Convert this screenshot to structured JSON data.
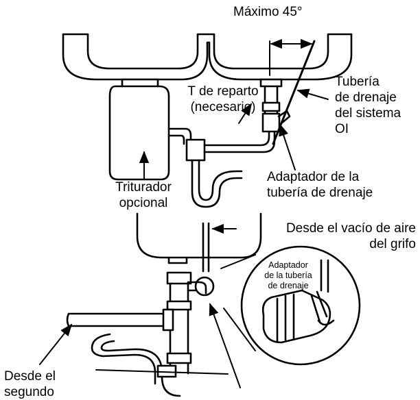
{
  "labels": {
    "max_angle": "Máximo 45°",
    "tee_line1": "T de reparto",
    "tee_line2": "(necesario)",
    "ro_drain_line1": "Tubería",
    "ro_drain_line2": "de drenaje",
    "ro_drain_line3": "del sistema",
    "ro_drain_line4": "OI",
    "drain_adapter_line1": "Adaptador de la",
    "drain_adapter_line2": "tubería de drenaje",
    "disposal_line1": "Triturador",
    "disposal_line2": "opcional",
    "air_gap_line1": "Desde el vacío de aire",
    "air_gap_line2": "del grifo",
    "detail_line1": "Adaptador",
    "detail_line2": "de la tubería",
    "detail_line3": "de drenaje",
    "second_line1": "Desde el",
    "second_line2": "segundo"
  }
}
